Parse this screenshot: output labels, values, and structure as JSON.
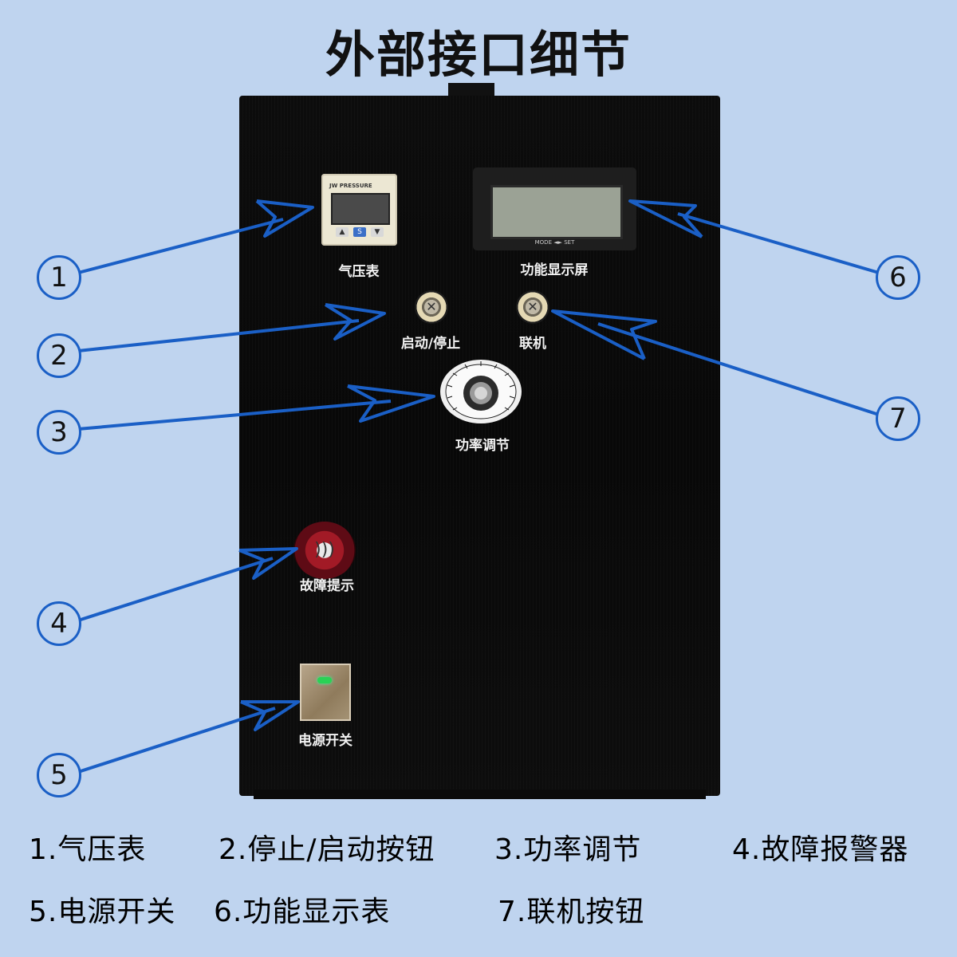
{
  "title": "外部接口细节",
  "panel": {
    "pressure_gauge": {
      "brand": "JW PRESSURE",
      "label": "气压表",
      "button_s": "S"
    },
    "display": {
      "label": "功能显示屏",
      "mode_set": "MODE ◄► SET"
    },
    "start_stop": {
      "label": "启动/停止"
    },
    "link": {
      "label": "联机"
    },
    "power": {
      "label": "功率调节"
    },
    "fault": {
      "label": "故障提示"
    },
    "power_switch": {
      "label": "电源开关"
    }
  },
  "numbers": [
    "1",
    "2",
    "3",
    "4",
    "5",
    "6",
    "7"
  ],
  "legend": [
    "1.气压表",
    "2.停止/启动按钮",
    "3.功率调节",
    "4.故障报警器",
    "5.电源开关",
    "6.功能显示表",
    "7.联机按钮"
  ],
  "colors": {
    "background": "#bfd4ef",
    "arrow": "#1a5fc6",
    "cabinet": "#0a0a0a"
  }
}
